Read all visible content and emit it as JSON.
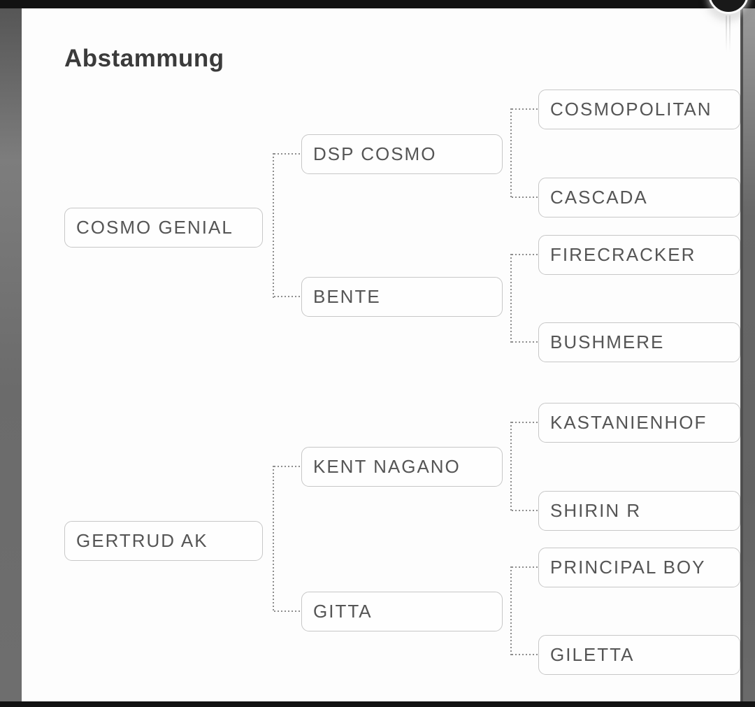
{
  "header": {
    "title": "Abstammung"
  },
  "tree": {
    "nodes": [
      {
        "name": "COSMO GENIAL",
        "parents": [
          {
            "name": "DSP COSMO",
            "parents": [
              {
                "name": "COSMOPOLITAN"
              },
              {
                "name": "CASCADA"
              }
            ]
          },
          {
            "name": "BENTE",
            "parents": [
              {
                "name": "FIRECRACKER"
              },
              {
                "name": "BUSHMERE"
              }
            ]
          }
        ]
      },
      {
        "name": "GERTRUD AK",
        "parents": [
          {
            "name": "KENT NAGANO",
            "parents": [
              {
                "name": "KASTANIENHOF"
              },
              {
                "name": "SHIRIN R"
              }
            ]
          },
          {
            "name": "GITTA",
            "parents": [
              {
                "name": "PRINCIPAL BOY"
              },
              {
                "name": "GILETTA"
              }
            ]
          }
        ]
      }
    ]
  },
  "colors": {
    "node_border": "#c7c7c7",
    "node_text": "#555555",
    "connector_dots": "#8d8d8d",
    "frame_bars": "#121212",
    "side_strips": "#6b6b6b",
    "card_background": "#fdfdfd",
    "circle_button": "#191919"
  }
}
